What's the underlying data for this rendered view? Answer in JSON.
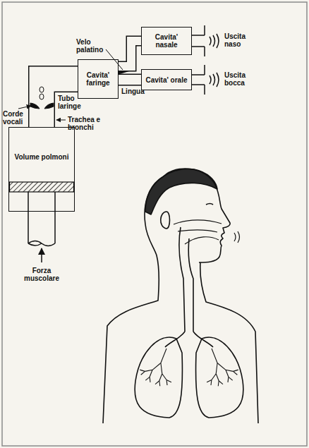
{
  "diagram": {
    "nodes": [
      {
        "text": [
          "Volume polmoni"
        ]
      },
      {
        "text": [
          "Cavita' faringe"
        ]
      },
      {
        "text": [
          "Cavita' nasale"
        ]
      },
      {
        "text": [
          "Cavita' orale"
        ]
      }
    ],
    "edges": [
      {
        "from": 0,
        "to": 1,
        "arrow": "none"
      },
      {
        "from": 1,
        "to": 2,
        "arrow": "none"
      },
      {
        "from": 1,
        "to": 3,
        "arrow": "none"
      }
    ],
    "labels": [
      "Velo palatino",
      "Corde vocali",
      "Tubo laringe",
      "Trachea e bronchi",
      "Lingua",
      "Uscita naso",
      "Uscita bocca",
      "Forza muscolare"
    ]
  }
}
